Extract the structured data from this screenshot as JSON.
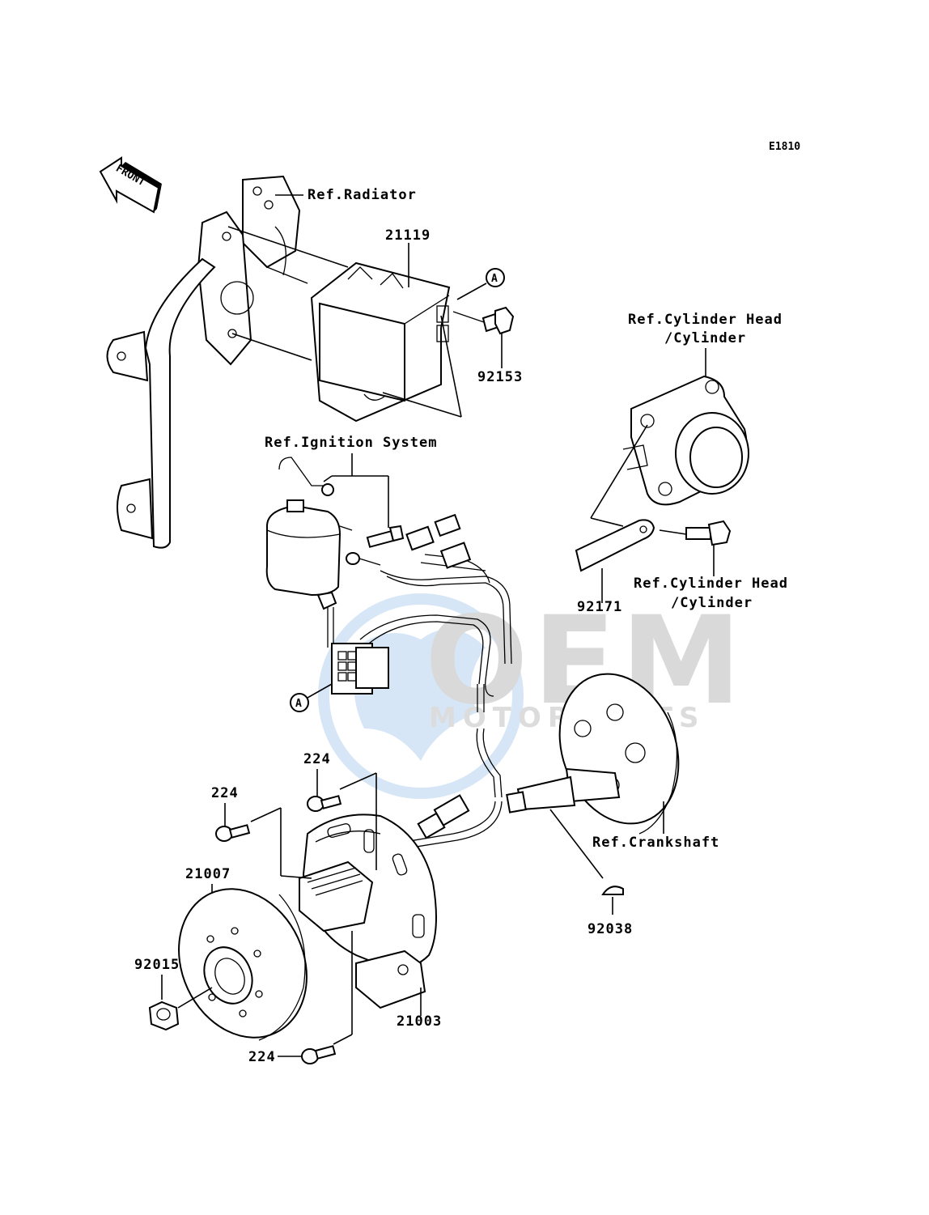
{
  "diagram_code": "E1810",
  "front_label": "FRONT",
  "refs": {
    "radiator": "Ref.Radiator",
    "ignition_system": "Ref.Ignition System",
    "cylinder_head_top_line1": "Ref.Cylinder Head",
    "cylinder_head_top_line2": "/Cylinder",
    "cylinder_head_bottom_line1": "Ref.Cylinder Head",
    "cylinder_head_bottom_line2": "/Cylinder",
    "crankshaft": "Ref.Crankshaft"
  },
  "parts": {
    "p21119": "21119",
    "p92153": "92153",
    "p92171": "92171",
    "p224_a": "224",
    "p224_b": "224",
    "p224_c": "224",
    "p21007": "21007",
    "p92015": "92015",
    "p21003": "21003",
    "p92038": "92038"
  },
  "connector_marks": {
    "top": "A",
    "bottom": "A"
  },
  "watermark": {
    "brand": "OEM",
    "sub": "MOTORPARTS"
  }
}
